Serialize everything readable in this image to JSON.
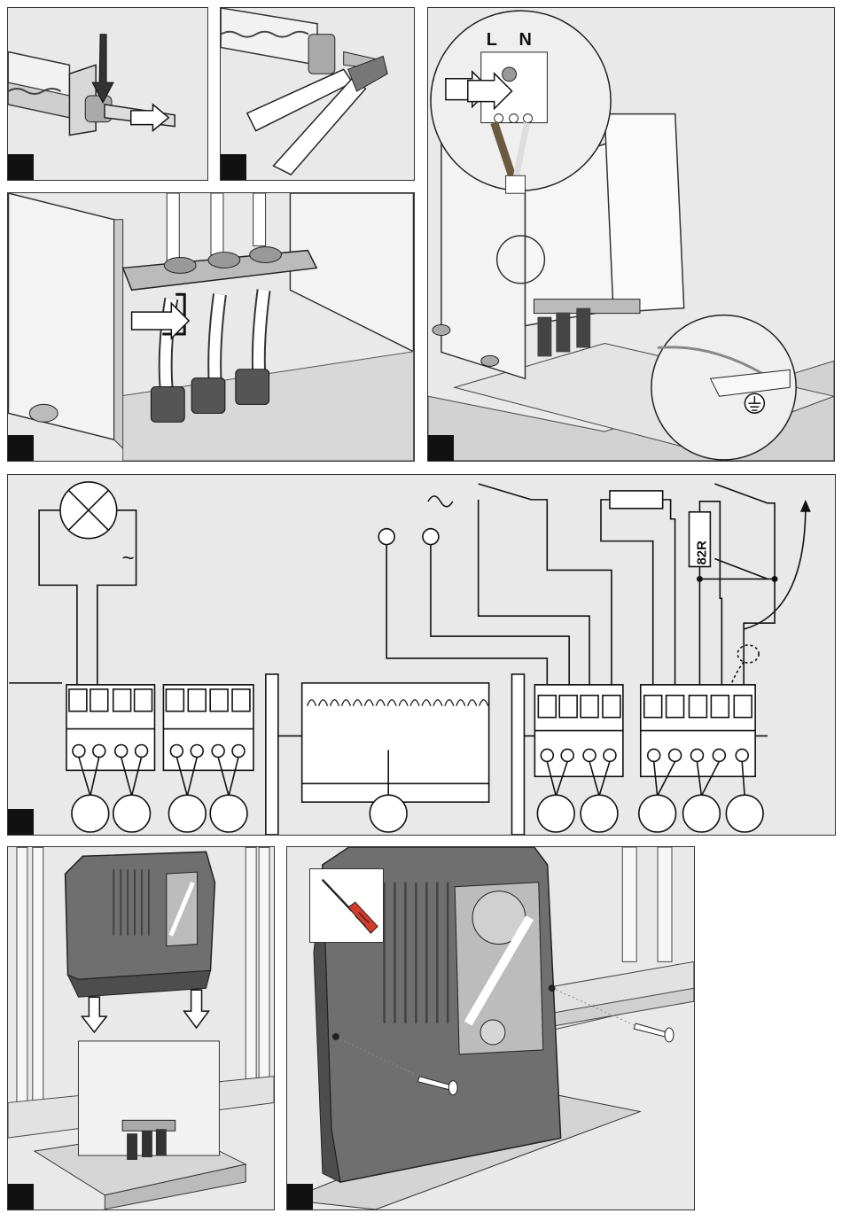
{
  "terminal_labels": {
    "live": "L",
    "neutral": "N"
  },
  "resistor_label": "82R",
  "ac_symbol": "~",
  "icons": {
    "warning_lamp": "lamp-icon",
    "ground": "ground-icon",
    "screwdriver": "screwdriver-icon",
    "down_arrow": "down-arrow-icon"
  },
  "colors": {
    "panel_bg": "#e9e9e9",
    "housing": "#6f6f6f",
    "marker": "#111111"
  }
}
